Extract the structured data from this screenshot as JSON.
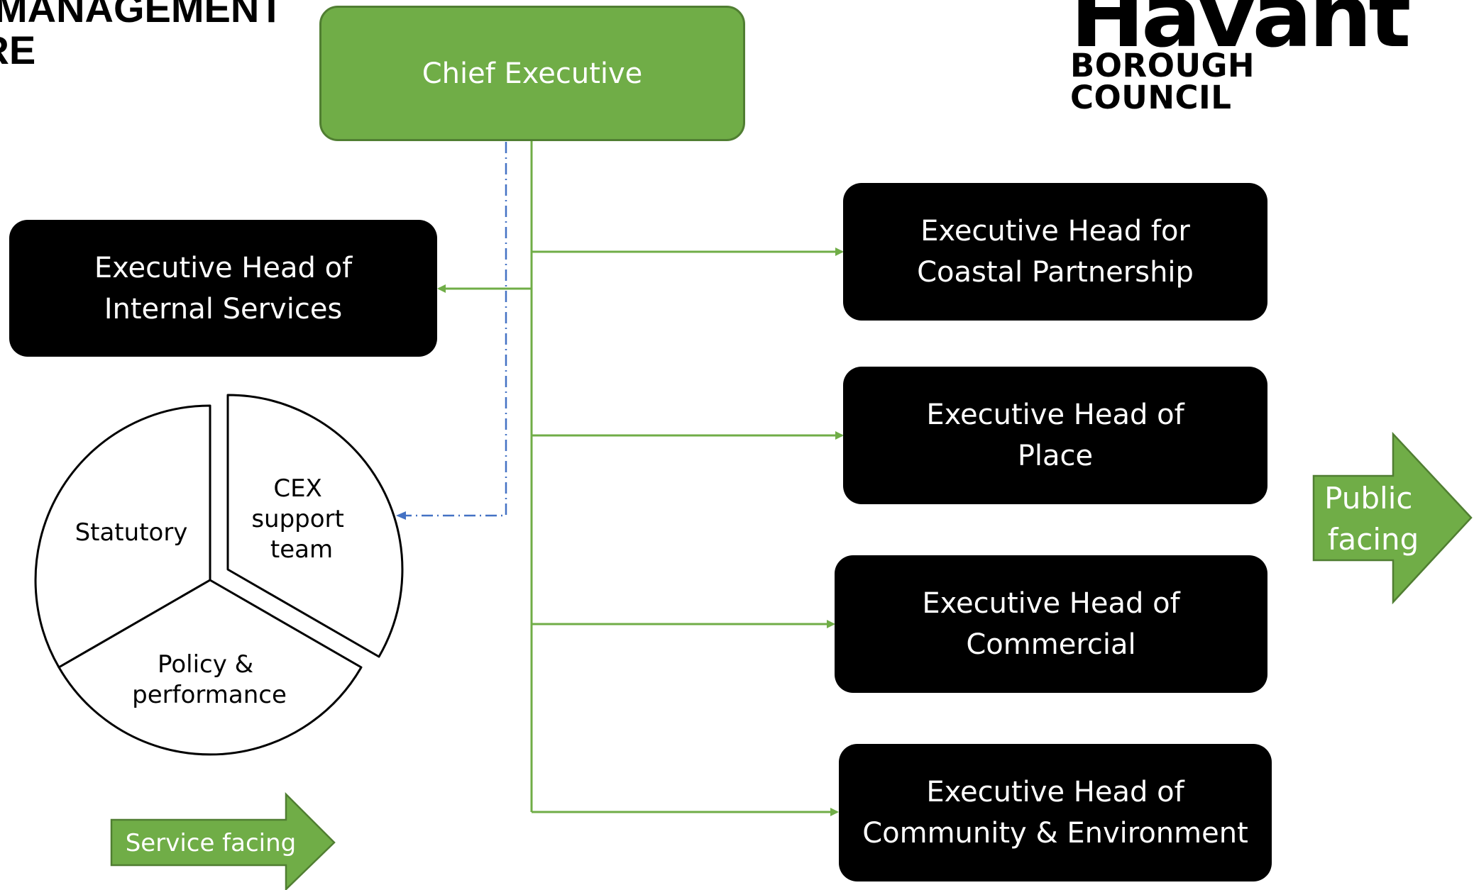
{
  "title": {
    "line1": "MANAGEMENT",
    "line2": "URE"
  },
  "logo": {
    "name": "Havant",
    "sub": "BOROUGH COUNCIL"
  },
  "chief": {
    "label": "Chief Executive"
  },
  "heads": [
    {
      "label": "Executive Head of\nInternal Services"
    },
    {
      "label": "Executive Head for\nCoastal Partnership"
    },
    {
      "label": "Executive Head of\nPlace"
    },
    {
      "label": "Executive Head of\nCommercial"
    },
    {
      "label": "Executive Head of\nCommunity & Environment"
    }
  ],
  "pie": {
    "statutory": "Statutory",
    "cex": [
      "CEX",
      "support",
      "team"
    ],
    "policy": [
      "Policy &",
      "performance"
    ]
  },
  "arrows": {
    "public": [
      "Public",
      "facing"
    ],
    "service": "Service facing"
  },
  "colors": {
    "green": "#70ad47",
    "green_dark": "#507e32",
    "blue_dashed": "#4472c4",
    "box": "#000000"
  }
}
